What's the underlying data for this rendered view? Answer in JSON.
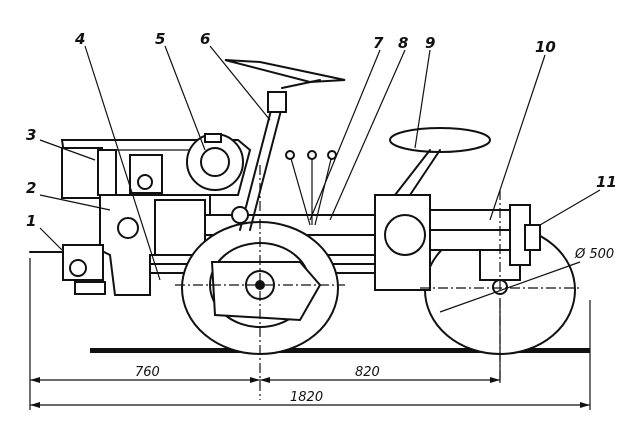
{
  "labels": {
    "l1": "1",
    "l2": "2",
    "l3": "3",
    "l4": "4",
    "l5": "5",
    "l6": "6",
    "l7": "7",
    "l8": "8",
    "l9": "9",
    "l10": "10",
    "l11": "11"
  },
  "dimensions": {
    "front_to_axle": "760",
    "axle_to_axle": "820",
    "overall": "1820",
    "wheel_diameter": "Ø 500"
  }
}
